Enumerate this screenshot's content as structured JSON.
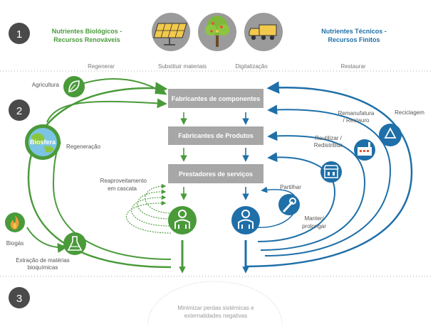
{
  "steps": [
    "1",
    "2",
    "3"
  ],
  "bio": {
    "title_line1": "Nutrientes Biológicos -",
    "title_line2": "Recursos Renováveis",
    "color": "#4a9a3a"
  },
  "tech": {
    "title_line1": "Nutrientes Técnicos -",
    "title_line2": "Recursos Finitos",
    "color": "#1f6fa8"
  },
  "top_labels": {
    "regenerar": "Regenerar",
    "substituir": "Substituir materiais",
    "digitalizacao": "Digitalização",
    "restaurar": "Restaurar"
  },
  "boxes": {
    "componentes": "Fabricantes de componentes",
    "produtos": "Fabricantes de Produtos",
    "servicos": "Prestadores de serviços",
    "color": "#a7a7a7"
  },
  "left_labels": {
    "agricultura": "Agricultura",
    "biosfera": "Biosfera",
    "regeneracao": "Regeneração",
    "reaproveitamento_line1": "Reaproveitamento",
    "reaproveitamento_line2": "em cascata",
    "biogas": "Biogás",
    "extracao_line1": "Extração de matérias",
    "extracao_line2": "bioquímicas"
  },
  "right_labels": {
    "remanufatura_line1": "Remanufatura",
    "remanufatura_line2": "/ Restauro",
    "reciclagem": "Reciclagem",
    "reutilizar_line1": "Reutilizar /",
    "reutilizar_line2": "Redistribuir",
    "partilhar": "Partilhar",
    "manter_line1": "Manter/",
    "manter_line2": "prolongar"
  },
  "bottom": {
    "line1": "Minimizar perdas sistémicas e",
    "line2": "externalidades negativas"
  },
  "icons": {
    "solar": "solar-panel-icon",
    "tree": "tree-icon",
    "truck": "truck-icon",
    "leaf": "leaf-icon",
    "globe": "globe-icon",
    "fire": "fire-icon",
    "flask": "flask-icon",
    "person": "person-icon",
    "wrench": "wrench-icon",
    "store": "store-icon",
    "factory": "factory-icon",
    "recycle": "recycle-icon"
  }
}
